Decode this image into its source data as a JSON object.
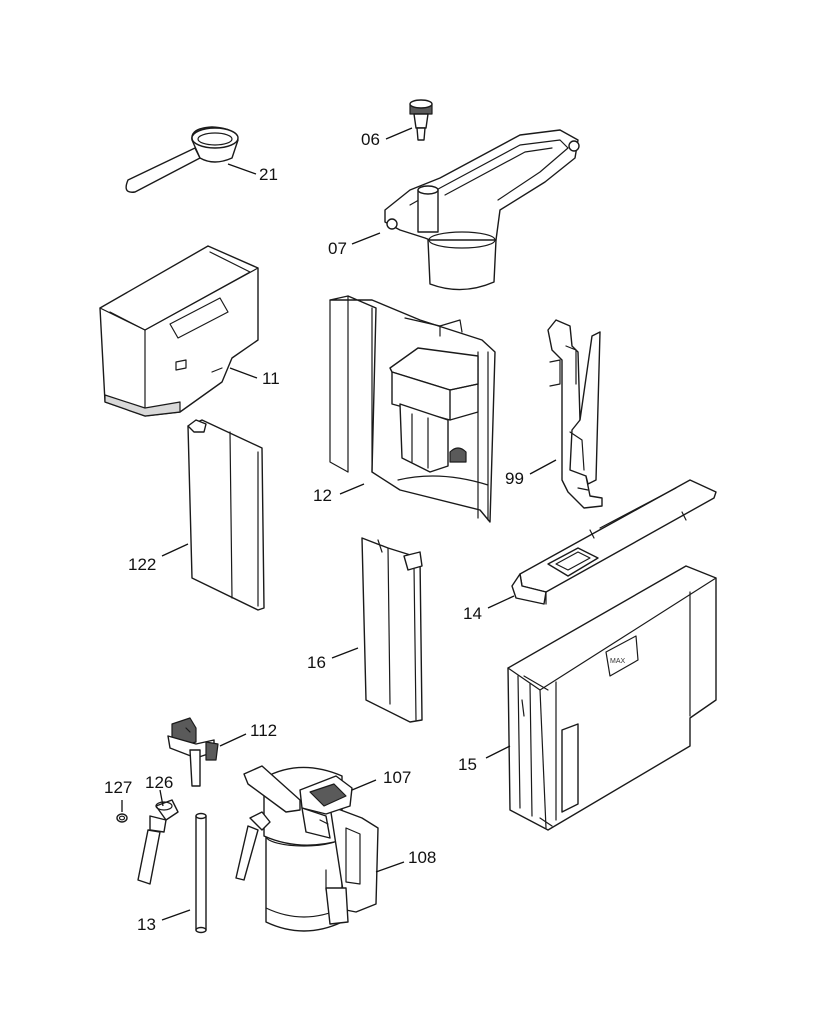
{
  "labels": {
    "p06": "06",
    "p07": "07",
    "p21": "21",
    "p11": "11",
    "p12": "12",
    "p99": "99",
    "p122": "122",
    "p14": "14",
    "p16": "16",
    "p15": "15",
    "p112": "112",
    "p107": "107",
    "p127": "127",
    "p126": "126",
    "p108": "108",
    "p13": "13"
  },
  "tank_marking": "MAX"
}
